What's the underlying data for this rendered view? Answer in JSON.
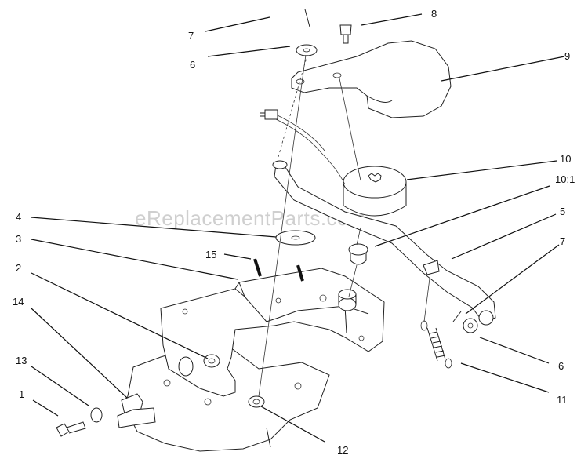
{
  "watermark": "eReplacementParts.com",
  "callouts": [
    {
      "id": "c7a",
      "label": "7"
    },
    {
      "id": "c8",
      "label": "8"
    },
    {
      "id": "c6a",
      "label": "6"
    },
    {
      "id": "c9",
      "label": "9"
    },
    {
      "id": "c10",
      "label": "10"
    },
    {
      "id": "c10-1",
      "label": "10:1"
    },
    {
      "id": "c4",
      "label": "4"
    },
    {
      "id": "c5",
      "label": "5"
    },
    {
      "id": "c3",
      "label": "3"
    },
    {
      "id": "c7b",
      "label": "7"
    },
    {
      "id": "c15",
      "label": "15"
    },
    {
      "id": "c2",
      "label": "2"
    },
    {
      "id": "c14",
      "label": "14"
    },
    {
      "id": "c6b",
      "label": "6"
    },
    {
      "id": "c13",
      "label": "13"
    },
    {
      "id": "c11",
      "label": "11"
    },
    {
      "id": "c1",
      "label": "1"
    },
    {
      "id": "c12",
      "label": "12"
    }
  ]
}
